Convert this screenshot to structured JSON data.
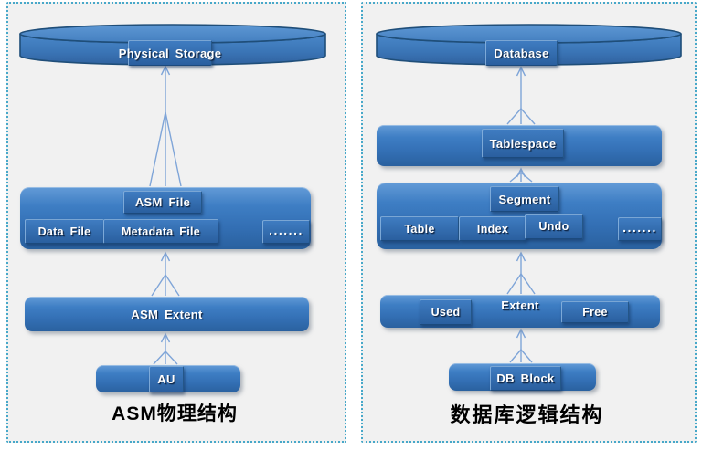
{
  "colors": {
    "bar_blue": "#3A78BD",
    "bar_blue_dark": "#2A619F",
    "chip_blue": "#2E6AAC",
    "border_navy": "#1F4E79",
    "panel_border_teal": "#47A8C9",
    "panel_background": "#F1F1F1",
    "arrow_blue": "#7FA5D8",
    "label_text": "#FFFFFF",
    "caption_text": "#000000"
  },
  "left_panel": {
    "caption": "ASM物理结构",
    "storage_cylinder": {
      "label": "Physical Storage"
    },
    "asm_file": {
      "label": "ASM File",
      "items": [
        {
          "label": "Data File"
        },
        {
          "label": "Metadata File"
        },
        {
          "label": "......."
        }
      ]
    },
    "asm_extent": {
      "label": "ASM Extent"
    },
    "au": {
      "label": "AU"
    }
  },
  "right_panel": {
    "caption": "数据库逻辑结构",
    "database_cylinder": {
      "label": "Database"
    },
    "tablespace": {
      "label": "Tablespace"
    },
    "segment": {
      "label": "Segment",
      "items": [
        {
          "label": "Table"
        },
        {
          "label": "Index"
        },
        {
          "label": "Undo"
        },
        {
          "label": "......."
        }
      ]
    },
    "extent": {
      "label": "Extent",
      "used_label": "Used",
      "free_label": "Free"
    },
    "db_block": {
      "label": "DB Block"
    }
  }
}
